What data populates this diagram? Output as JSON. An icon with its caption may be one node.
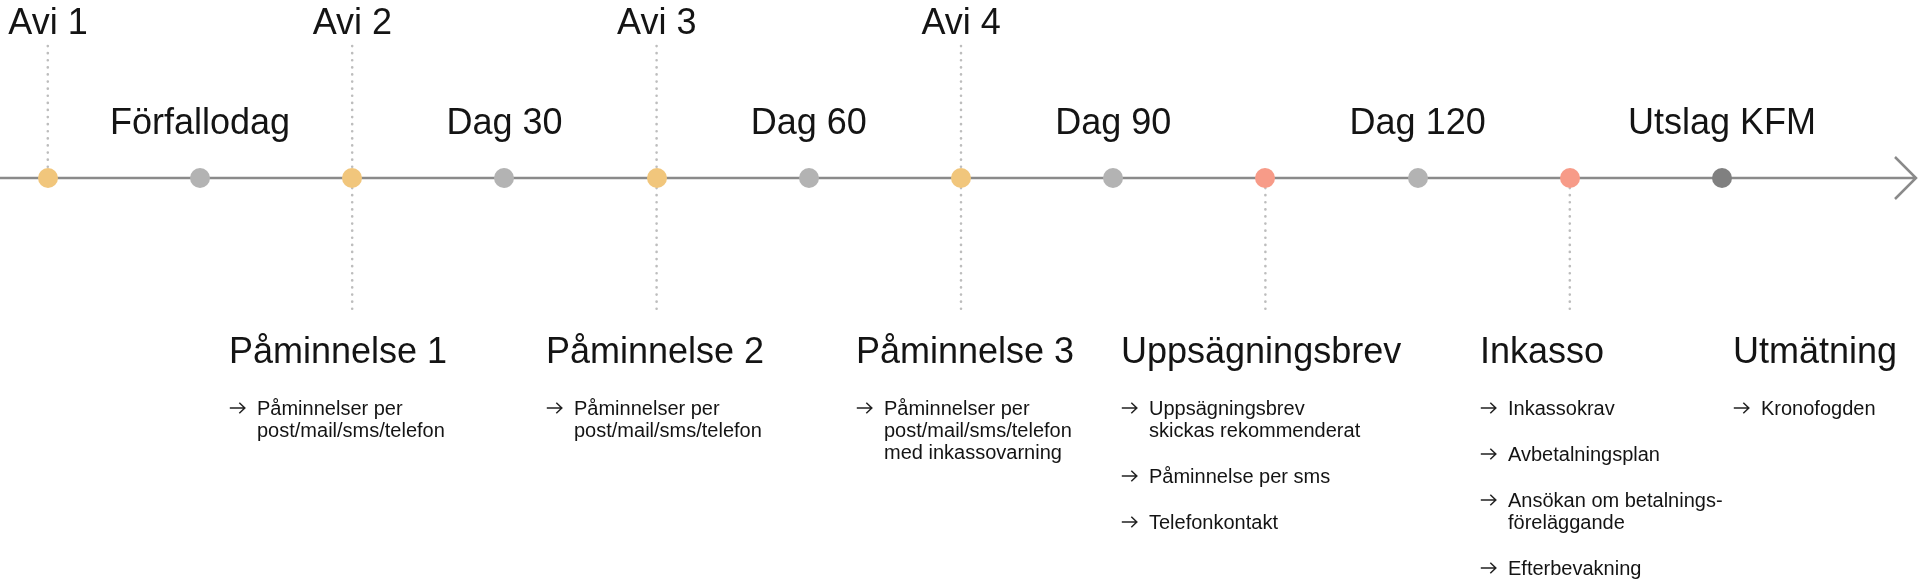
{
  "diagram": {
    "nodes": [
      {
        "text": [
          "Avi 1"
        ]
      },
      {
        "text": [
          "Avi 2"
        ]
      },
      {
        "text": [
          "Avi 3"
        ]
      },
      {
        "text": [
          "Avi 4"
        ]
      },
      {
        "text": [],
        "shape": "circle"
      },
      {
        "text": [],
        "shape": "circle",
        "beside": [
          "Förfallodag"
        ]
      },
      {
        "text": [],
        "shape": "circle"
      },
      {
        "text": [],
        "shape": "circle",
        "beside": [
          "Dag 30"
        ]
      },
      {
        "text": [],
        "shape": "circle"
      },
      {
        "text": [],
        "shape": "circle",
        "beside": [
          "Dag 60"
        ]
      },
      {
        "text": [],
        "shape": "circle"
      },
      {
        "text": [],
        "shape": "circle",
        "beside": [
          "Dag 90"
        ]
      },
      {
        "text": [],
        "shape": "circle"
      },
      {
        "text": [],
        "shape": "circle",
        "beside": [
          "Dag 120"
        ]
      },
      {
        "text": [],
        "shape": "circle"
      },
      {
        "text": [],
        "shape": "circle",
        "beside": [
          "Utslag KFM"
        ]
      },
      {
        "text": [
          "Påminnelse 1",
          "Påminnelser per post/mail/sms/telefon"
        ]
      },
      {
        "text": [
          "Påminnelse 2",
          "Påminnelser per post/mail/sms/telefon"
        ]
      },
      {
        "text": [
          "Påminnelse 3",
          "Påminnelser per post/mail/sms/telefon med inkassovarning"
        ]
      },
      {
        "text": [
          "Uppsägningsbrev",
          "Uppsägningsbrev skickas rekommenderat",
          "Påminnelse per sms",
          "Telefonkontakt"
        ]
      },
      {
        "text": [
          "Inkasso",
          "Inkassokrav",
          "Avbetalningsplan",
          "Ansökan om betalnings- föreläggande",
          "Efterbevakning"
        ]
      },
      {
        "text": [
          "Utmätning",
          "Kronofogden"
        ]
      }
    ],
    "edges": [
      {
        "from": 0,
        "to": 4,
        "arrow": "none",
        "style": "dashed"
      },
      {
        "from": 1,
        "to": 6,
        "arrow": "none",
        "style": "dashed"
      },
      {
        "from": 6,
        "to": 16,
        "arrow": "none",
        "style": "dashed"
      },
      {
        "from": 2,
        "to": 8,
        "arrow": "none",
        "style": "dashed"
      },
      {
        "from": 8,
        "to": 17,
        "arrow": "none",
        "style": "dashed"
      },
      {
        "from": 3,
        "to": 10,
        "arrow": "none",
        "style": "dashed"
      },
      {
        "from": 10,
        "to": 18,
        "arrow": "none",
        "style": "dashed"
      },
      {
        "from": 12,
        "to": 19,
        "arrow": "none",
        "style": "dashed"
      },
      {
        "from": 14,
        "to": 20,
        "arrow": "none",
        "style": "dashed"
      }
    ]
  }
}
